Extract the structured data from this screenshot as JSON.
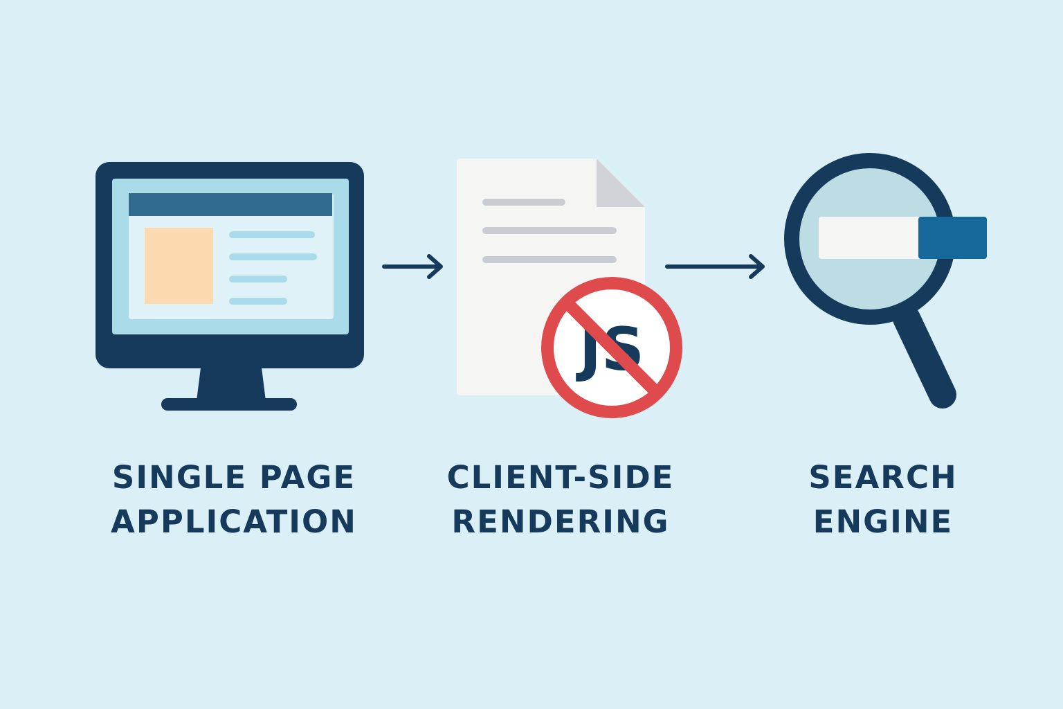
{
  "colors": {
    "background": "#daf0f6",
    "navy": "#163a5b",
    "screen_blue": "#a9dbe8",
    "window_header": "#336b8f",
    "window_body": "#dff2f8",
    "orange_block": "#fdd9b0",
    "line_blue": "#a9dbe8",
    "document": "#f5f5f4",
    "document_fold": "#cfd3d8",
    "document_lines": "#c9cdd3",
    "prohibit_red": "#df4b4d",
    "lens": "#bcdde4",
    "search_bar": "#f5f5f4",
    "search_button": "#16679a"
  },
  "steps": [
    {
      "icon": "desktop-monitor-icon",
      "label_line1": "Single Page",
      "label_line2": "Application"
    },
    {
      "icon": "document-no-javascript-icon",
      "badge_text": "JS",
      "label_line1": "Client-Side",
      "label_line2": "Rendering"
    },
    {
      "icon": "magnifying-glass-search-icon",
      "label_line1": "Search",
      "label_line2": "Engine"
    }
  ],
  "connectors": [
    "arrow-right-icon",
    "arrow-right-icon"
  ]
}
